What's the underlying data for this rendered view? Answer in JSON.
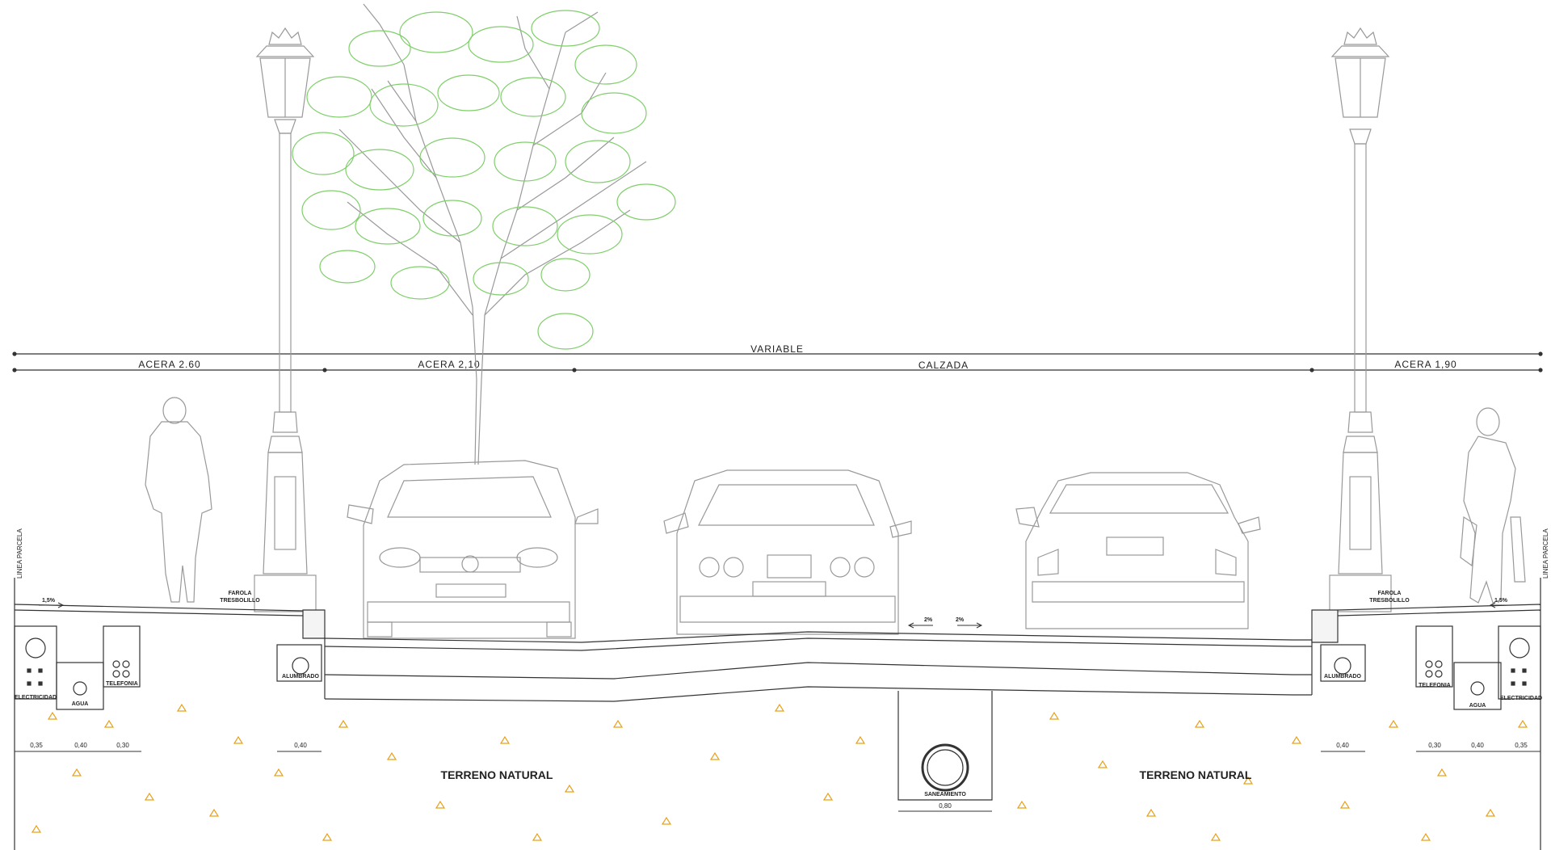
{
  "dimensions": {
    "variable": "VARIABLE",
    "acera_left": "ACERA   2.60",
    "acera_mid": "ACERA   2,10",
    "calzada": "CALZADA",
    "acera_right": "ACERA   1,90"
  },
  "labels": {
    "linea_parcela_left": "LINEA PARCELA",
    "linea_parcela_right": "LINEA PARCELA",
    "slope_left": "1,5%",
    "slope_right": "1,5%",
    "slope_road_left": "2%",
    "slope_road_right": "2%",
    "farola_left_1": "FAROLA",
    "farola_left_2": "TRESBOLILLO",
    "farola_right_1": "FAROLA",
    "farola_right_2": "TRESBOLILLO",
    "electricidad_left": "ELECTRICIDAD",
    "agua_left": "AGUA",
    "telefonia_left": "TELEFONIA",
    "alumbrado_left": "ALUMBRADO",
    "alumbrado_right": "ALUMBRADO",
    "telefonia_right": "TELEFONIA",
    "agua_right": "AGUA",
    "electricidad_right": "ELECTRICIDAD",
    "saneamiento": "SANEAMIENTO",
    "terreno_left": "TERRENO NATURAL",
    "terreno_right": "TERRENO NATURAL"
  },
  "measures": {
    "l1": "0,35",
    "l2": "0,40",
    "l3": "0,30",
    "l4": "0,40",
    "saneamiento": "0,80",
    "r4": "0,40",
    "r3": "0,30",
    "r2": "0,40",
    "r1": "0,35"
  },
  "colors": {
    "line": "#333333",
    "tree_foliage": "#7fcf6a",
    "soil_mark": "#e8a21a"
  }
}
